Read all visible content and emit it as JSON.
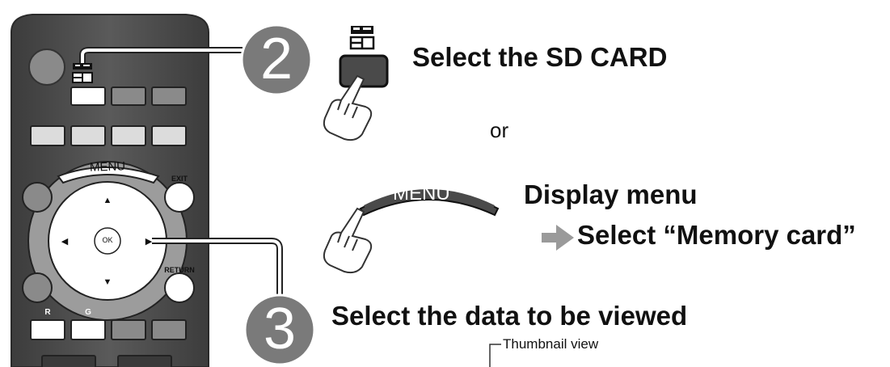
{
  "remote": {
    "menu_label": "MENU",
    "exit_label": "EXIT",
    "ok_label": "OK",
    "return_label": "RETURN",
    "red_label": "R",
    "green_label": "G",
    "up_arrow": "▲",
    "down_arrow": "▼",
    "left_arrow": "◀",
    "right_arrow": "▶"
  },
  "step2": {
    "number": "2",
    "select_sd_label": "Select the SD CARD",
    "or_label": "or",
    "menu_button_label": "MENU",
    "display_menu_label": "Display menu",
    "select_memory_label": "Select “Memory card”"
  },
  "step3": {
    "number": "3",
    "select_data_label": "Select the data to be viewed",
    "thumbnail_label": "Thumbnail view"
  },
  "colors": {
    "remote_body": "#4a4a4a",
    "button_gray": "#8a8a8a",
    "step_circle": "#7a7a7a",
    "arrow_gray": "#9a9a9a"
  },
  "icons": [
    "sd-hc-logo-icon",
    "pointing-hand-icon",
    "arrow-right-icon"
  ]
}
